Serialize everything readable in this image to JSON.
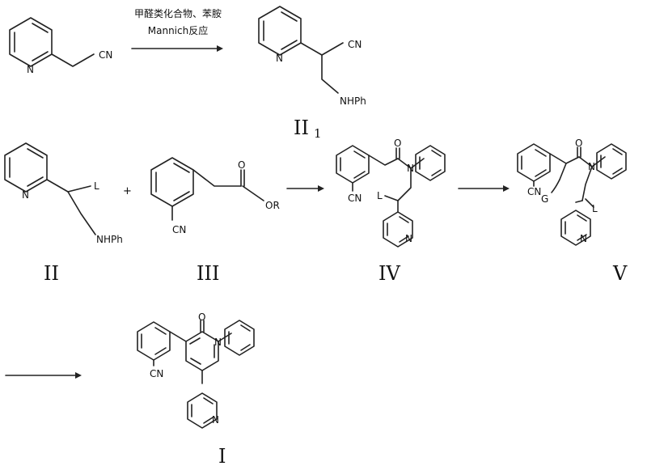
{
  "reaction1": {
    "reagents_top": "甲醛类化合物、苯胺",
    "reagents_bottom": "Mannich反应"
  },
  "atoms": {
    "N": "N",
    "CN": "CN",
    "NHPh": "NHPh",
    "L": "L",
    "O": "O",
    "OR": "OR",
    "G": "G"
  },
  "plus": "+",
  "compounds": {
    "II1_main": "II",
    "II1_sub": "1",
    "II": "II",
    "III": "III",
    "IV": "IV",
    "V": "V",
    "I": "I"
  }
}
